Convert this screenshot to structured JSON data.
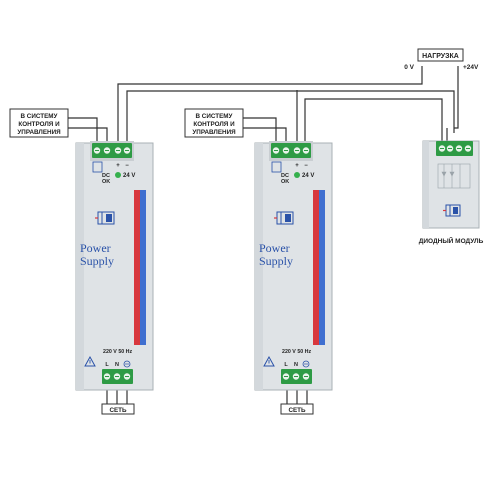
{
  "control_label_line1": "В СИСТЕМУ",
  "control_label_line2": "КОНТРОЛЯ И",
  "control_label_line3": "УПРАВЛЕНИЯ",
  "load_label": "НАГРУЗКА",
  "zero_v_label": "0 V",
  "plus24_label": "+24V",
  "diode_module_label": "ДИОДНЫЙ МОДУЛЬ",
  "psu": {
    "dc_label": "DC",
    "ok_label": "OK",
    "plus_sign": "+",
    "minus_sign": "−",
    "output_voltage": "24 V",
    "title_line1": "Power",
    "title_line2": "Supply",
    "input_rating": "220 V  50 Hz",
    "l_label": "L",
    "n_label": "N",
    "network_label": "СЕТЬ"
  },
  "colors": {
    "housing": "#dfe3e6",
    "housing_edge": "#a9b0b5",
    "terminal_green": "#2e9b45",
    "stripe_red": "#d8383e",
    "stripe_blue": "#3f6fd0",
    "logo_blue": "#2a52a8",
    "wire": "#333333"
  },
  "icons": [
    "warning-icon",
    "ground-icon",
    "logo-icon",
    "led-icon"
  ]
}
